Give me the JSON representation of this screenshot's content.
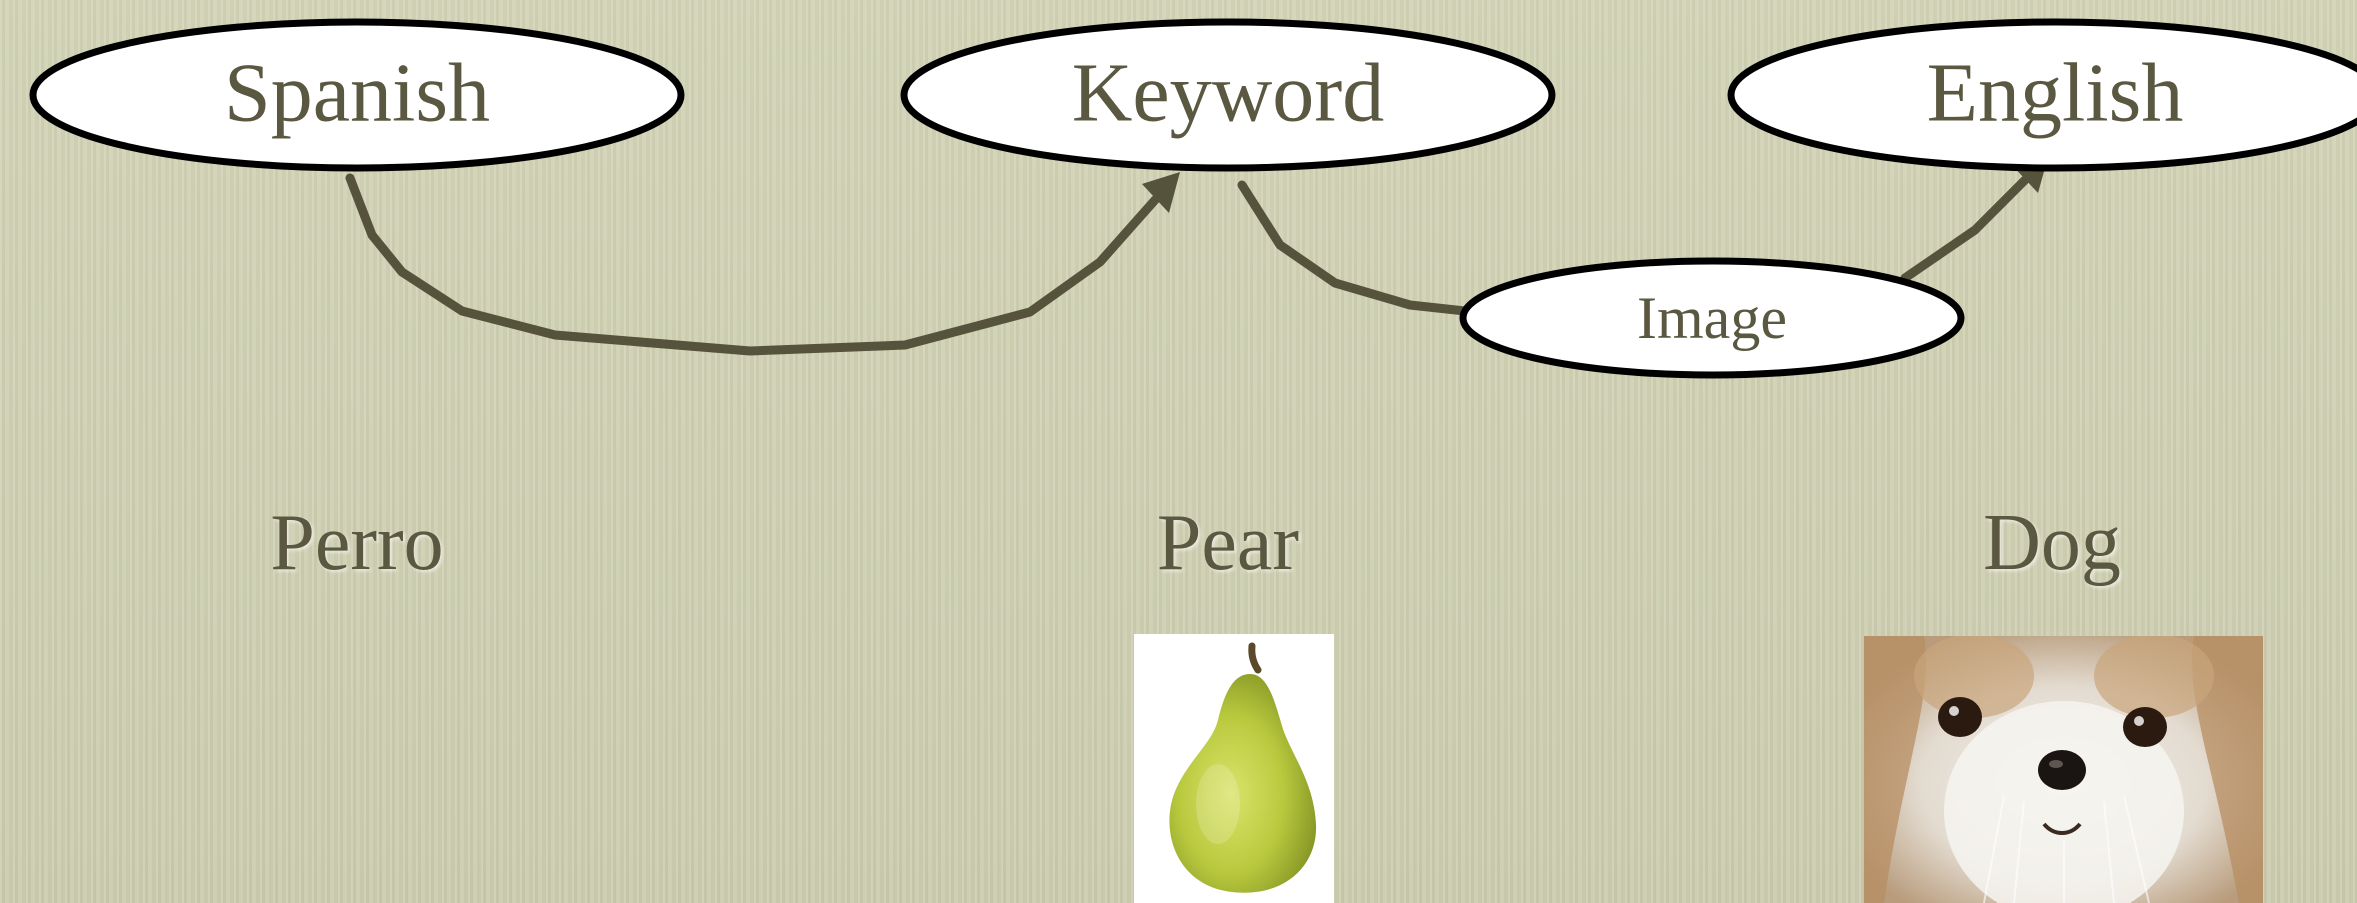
{
  "diagram": {
    "nodes": {
      "spanish": "Spanish",
      "keyword": "Keyword",
      "english": "English",
      "image": "Image"
    }
  },
  "examples": {
    "spanish_word": "Perro",
    "keyword_word": "Pear",
    "english_word": "Dog"
  },
  "pictures": {
    "keyword_picture": "pear",
    "english_picture": "dog-face"
  },
  "colors": {
    "background": "#cfd0b2",
    "text": "#5a5840",
    "arrow": "#55533c",
    "node_fill": "#ffffff",
    "node_stroke": "#000000"
  }
}
